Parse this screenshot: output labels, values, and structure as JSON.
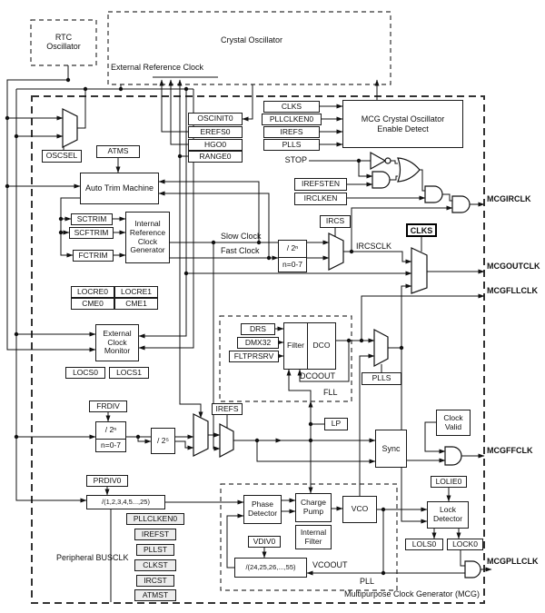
{
  "osc": {
    "rtc": "RTC\nOscillator",
    "crystal": "Crystal Oscillator",
    "ext_ref": "External Reference Clock",
    "oscinit0": "OSCINIT0",
    "erefs0": "EREFS0",
    "hgo0": "HGO0",
    "range0": "RANGE0",
    "oscsel": "OSCSEL"
  },
  "ctl": {
    "clks": "CLKS",
    "pllclken0": "PLLCLKEN0",
    "irefs": "IREFS",
    "plls": "PLLS",
    "stop": "STOP",
    "enable_detect": "MCG Crystal Oscillator\nEnable Detect",
    "irefsten": "IREFSTEN",
    "irclken": "IRCLKEN"
  },
  "irc": {
    "atms": "ATMS",
    "auto_trim": "Auto Trim Machine",
    "sctrim": "SCTRIM",
    "scftrim": "SCFTRIM",
    "fctrim": "FCTRIM",
    "generator": "Internal\nReference\nClock\nGenerator",
    "slow_clock": "Slow Clock",
    "fast_clock": "Fast Clock",
    "div": "/ 2ⁿ",
    "div_range": "n=0-7",
    "ircs": "IRCS",
    "ircsclk": "IRCSCLK"
  },
  "mon": {
    "locre0": "LOCRE0",
    "cme0": "CME0",
    "locre1": "LOCRE1",
    "cme1": "CME1",
    "name": "External\nClock\nMonitor",
    "locs0": "LOCS0",
    "locs1": "LOCS1"
  },
  "fll": {
    "name": "FLL",
    "drs": "DRS",
    "dmx32": "DMX32",
    "fltprsrv": "FLTPRSRV",
    "filter": "Filter",
    "dco": "DCO",
    "dcoout": "DCOOUT",
    "frdiv": "FRDIV",
    "div": "/ 2ⁿ",
    "div_range": "n=0-7",
    "div32": "/ 2⁵",
    "irefs": "IREFS",
    "lp": "LP"
  },
  "pll": {
    "name": "PLL",
    "prdiv0": "PRDIV0",
    "ref_div": "/(1,2,3,4,5...,25)",
    "phase_detector": "Phase\nDetector",
    "charge_pump": "Charge\nPump",
    "internal_filter": "Internal\nFilter",
    "vco": "VCO",
    "vdiv0": "VDIV0",
    "fb_div": "/(24,25,26,...,55)",
    "vcoout": "VCOOUT",
    "plls": "PLLS",
    "lolie0": "LOLIE0",
    "lock_detector": "Lock\nDetector",
    "lols0": "LOLS0",
    "lock0": "LOCK0"
  },
  "st": {
    "pllclken0": "PLLCLKEN0",
    "irefst": "IREFST",
    "pllst": "PLLST",
    "clkst": "CLKST",
    "ircst": "IRCST",
    "atmst": "ATMST",
    "busclk": "Peripheral BUSCLK"
  },
  "out": {
    "clks": "CLKS",
    "sync": "Sync",
    "clock_valid": "Clock\nValid",
    "mcgirclk": "MCGIRCLK",
    "mcgoutclk": "MCGOUTCLK",
    "mcgfllclk": "MCGFLLCLK",
    "mcgffclk": "MCGFFCLK",
    "mcgpllclk": "MCGPLLCLK",
    "mcg": "Multipurpose Clock Generator (MCG)"
  }
}
